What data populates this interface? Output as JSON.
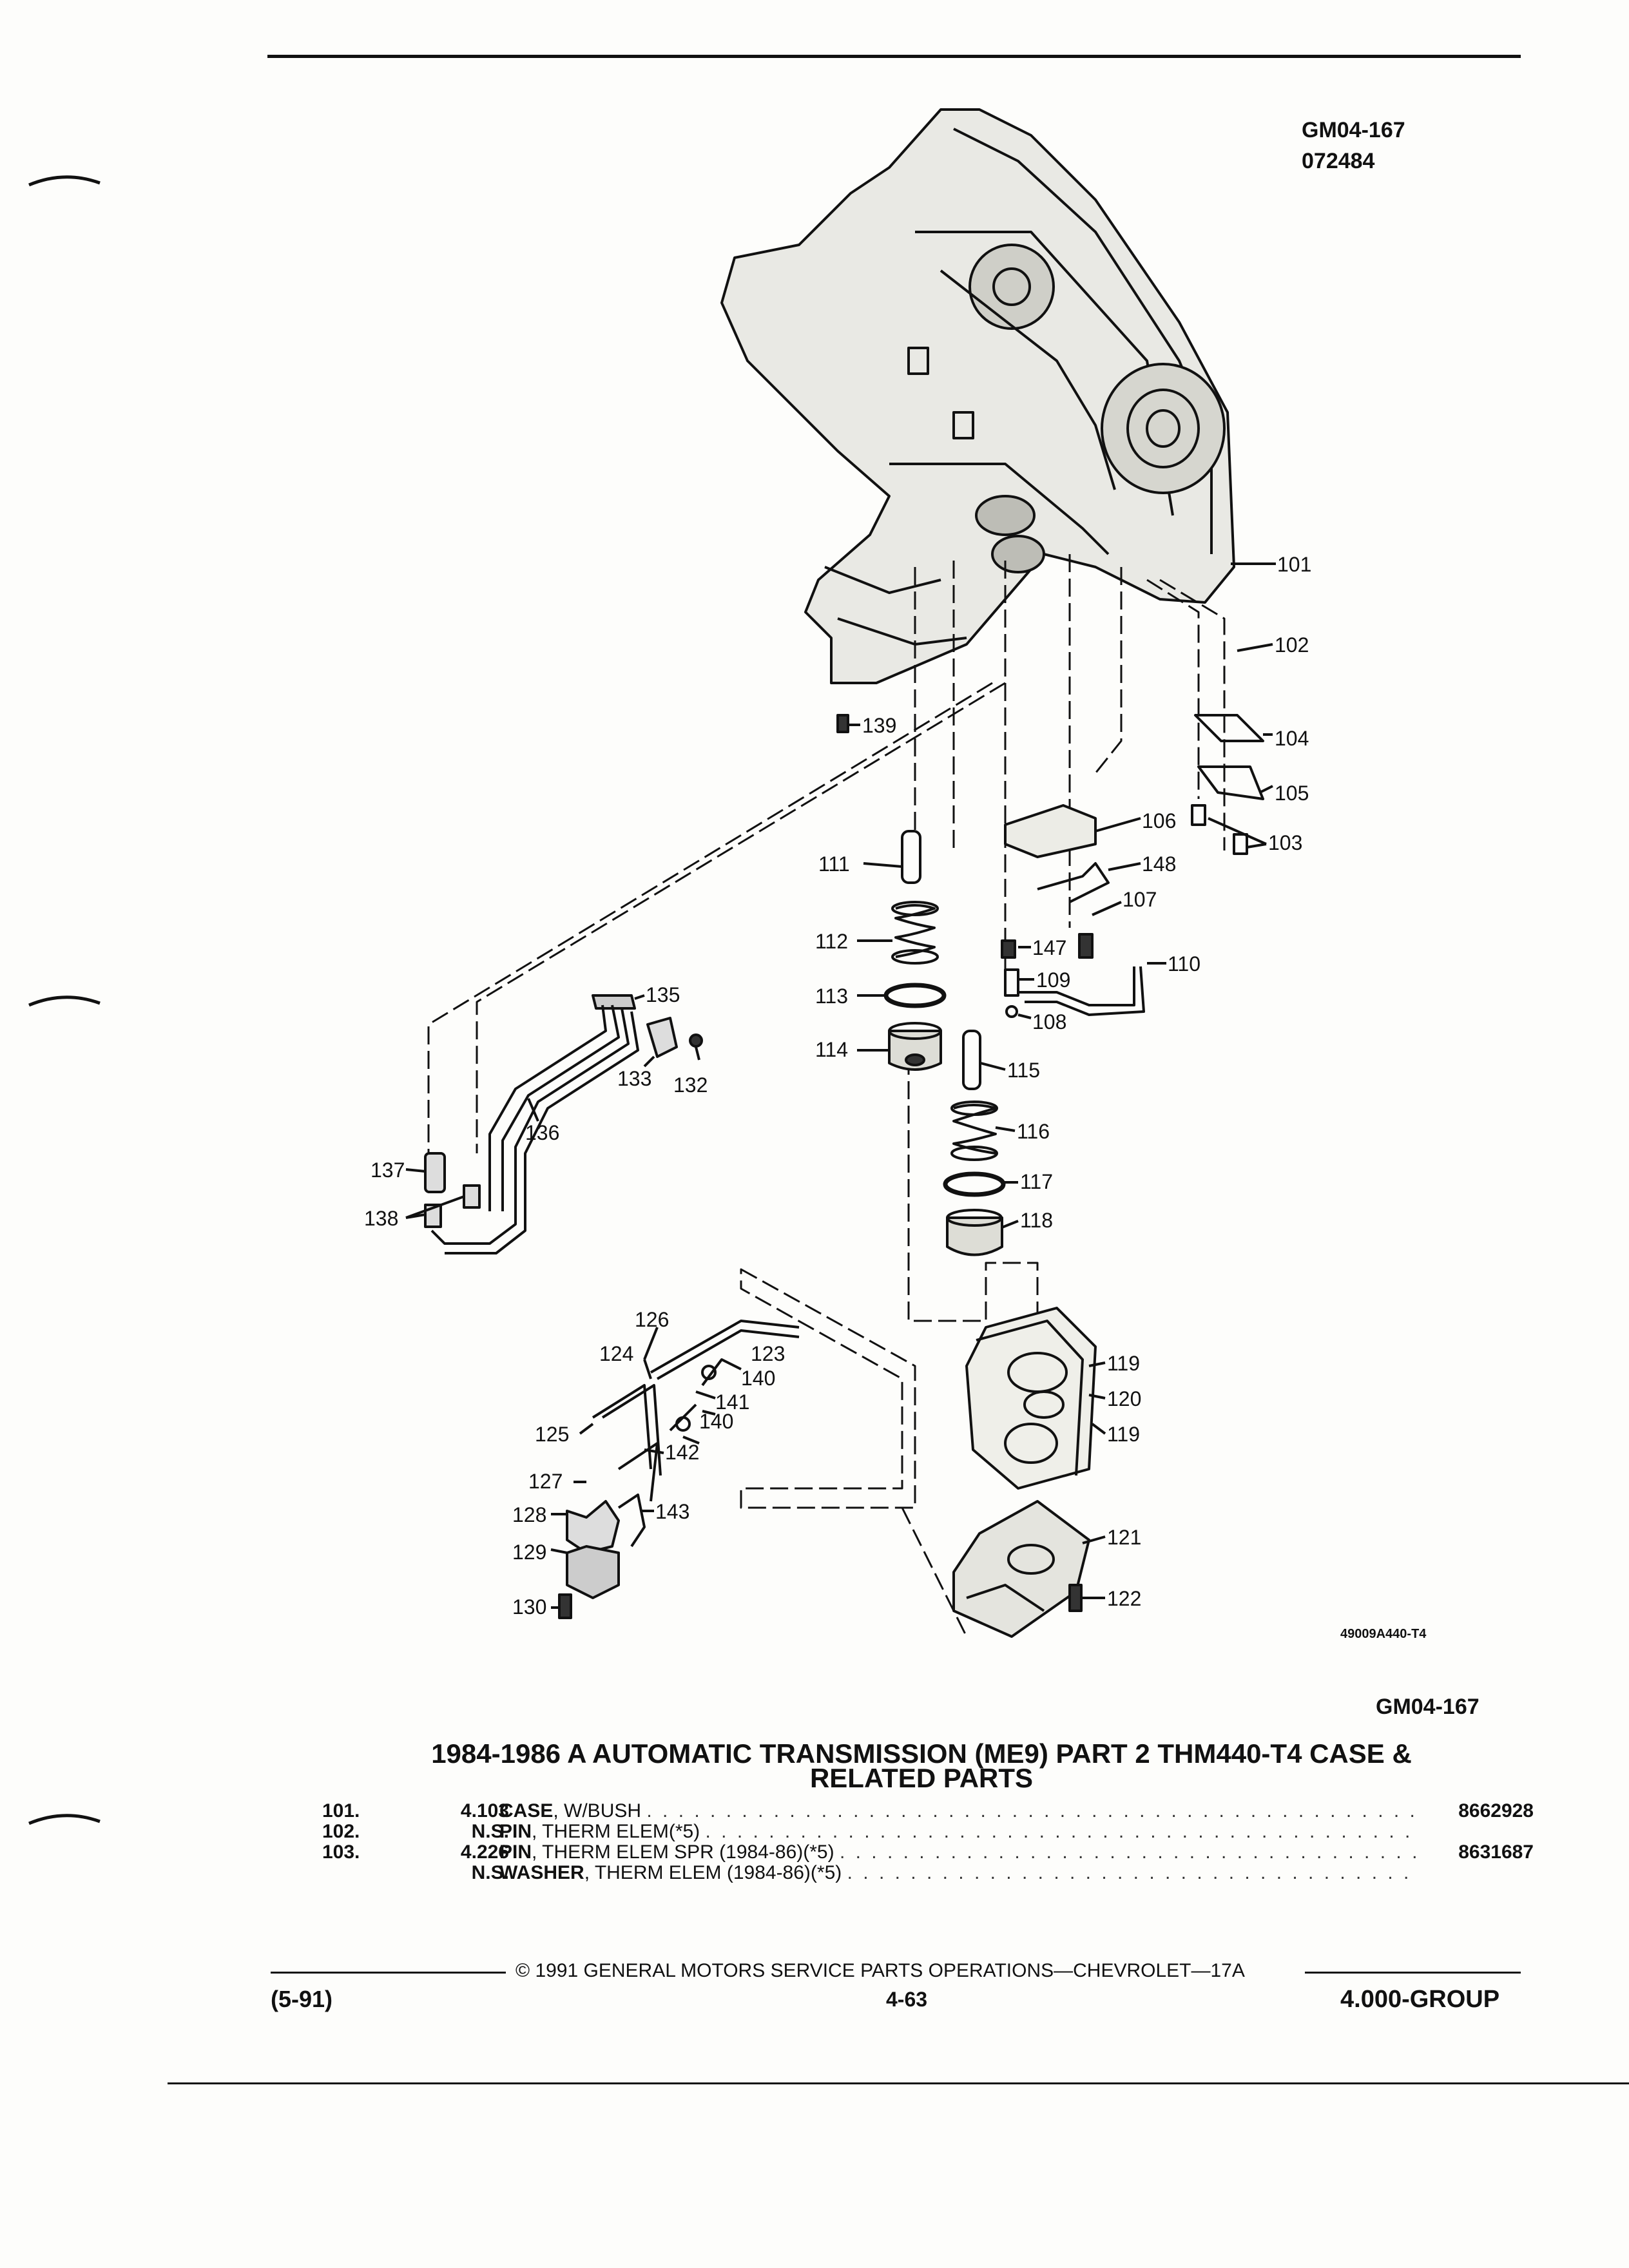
{
  "header": {
    "code": "GM04-167",
    "date_code": "072484"
  },
  "diagram": {
    "figure_code": "49009A440-T4",
    "callouts": {
      "c101": "101",
      "c102": "102",
      "c104": "104",
      "c105": "105",
      "c103": "103",
      "c106": "106",
      "c148": "148",
      "c107": "107",
      "c110": "110",
      "c147": "147",
      "c109": "109",
      "c108": "108",
      "c139": "139",
      "c111": "111",
      "c112": "112",
      "c113": "113",
      "c114": "114",
      "c115": "115",
      "c116": "116",
      "c117": "117",
      "c118": "118",
      "c135": "135",
      "c133": "133",
      "c132": "132",
      "c136": "136",
      "c137": "137",
      "c138": "138",
      "c126": "126",
      "c124": "124",
      "c123": "123",
      "c140a": "140",
      "c141": "141",
      "c140b": "140",
      "c125": "125",
      "c142": "142",
      "c127": "127",
      "c143": "143",
      "c128": "128",
      "c129": "129",
      "c130": "130",
      "c119a": "119",
      "c120": "120",
      "c119b": "119",
      "c121": "121",
      "c122": "122"
    }
  },
  "section": {
    "code": "GM04-167",
    "title_line1": "1984-1986 A AUTOMATIC TRANSMISSION (ME9) PART 2 THM440-T4 CASE &",
    "title_line2": "RELATED PARTS"
  },
  "parts_list": [
    {
      "item": "101.",
      "code": "4.103",
      "name": "CASE",
      "desc": ", W/BUSH",
      "part": "8662928"
    },
    {
      "item": "102.",
      "code": "N.S.",
      "name": "PIN",
      "desc": ", THERM ELEM(*5)",
      "part": ""
    },
    {
      "item": "103.",
      "code": "4.226",
      "name": "PIN",
      "desc": ", THERM ELEM SPR (1984-86)(*5)",
      "part": "8631687"
    },
    {
      "item": "",
      "code": "N.S.",
      "name": "WASHER",
      "desc": ", THERM ELEM (1984-86)(*5)",
      "part": ""
    }
  ],
  "footer": {
    "copyright": "© 1991 GENERAL MOTORS SERVICE PARTS OPERATIONS—CHEVROLET—17A",
    "date": "(5-91)",
    "page": "4-63",
    "group": "4.000-GROUP"
  }
}
